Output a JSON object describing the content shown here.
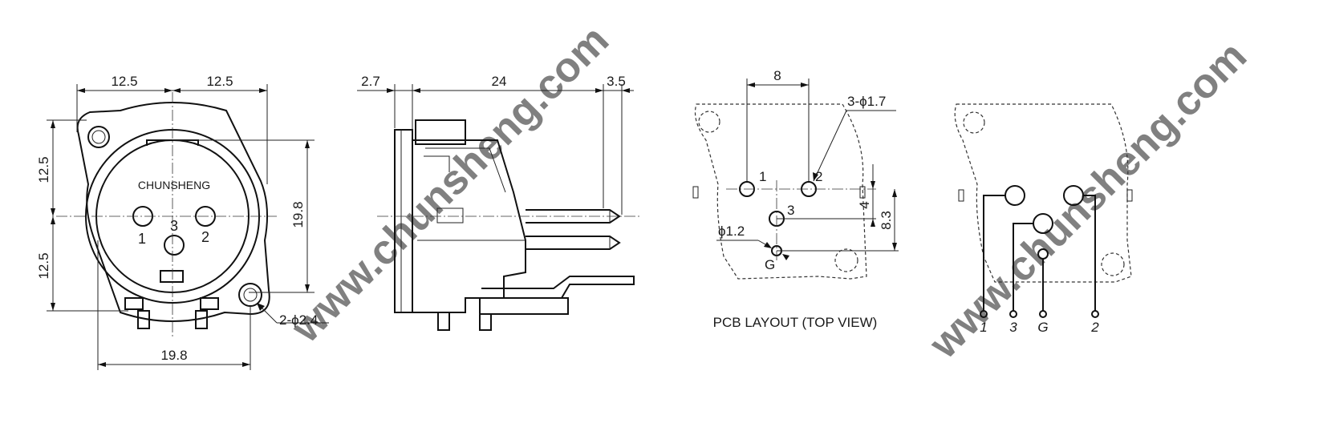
{
  "front_view": {
    "dim_top_left": "12.5",
    "dim_top_right": "12.5",
    "dim_left_top": "12.5",
    "dim_left_bottom": "12.5",
    "dim_right_height": "19.8",
    "dim_bottom_width": "19.8",
    "brand_text": "CHUNSHENG",
    "pin1": "1",
    "pin2": "2",
    "pin3": "3",
    "hole_callout": "2-ϕ2.4"
  },
  "side_view": {
    "dim_flange": "2.7",
    "dim_body": "24",
    "dim_pin": "3.5"
  },
  "pcb_layout": {
    "dim_spacing": "8",
    "hole_callout": "3-ϕ1.7",
    "pin1": "1",
    "pin2": "2",
    "pin3": "3",
    "dim_v1": "4",
    "dim_v2": "8.3",
    "ground_callout": "ϕ1.2",
    "ground_label": "G",
    "caption": "PCB LAYOUT (TOP VIEW)"
  },
  "schematic": {
    "pin_labels": [
      "1",
      "3",
      "G",
      "2"
    ]
  },
  "watermark": "www.chunsheng.com",
  "colors": {
    "line": "#111111",
    "watermark": "#d2d2d2",
    "background": "#ffffff"
  }
}
